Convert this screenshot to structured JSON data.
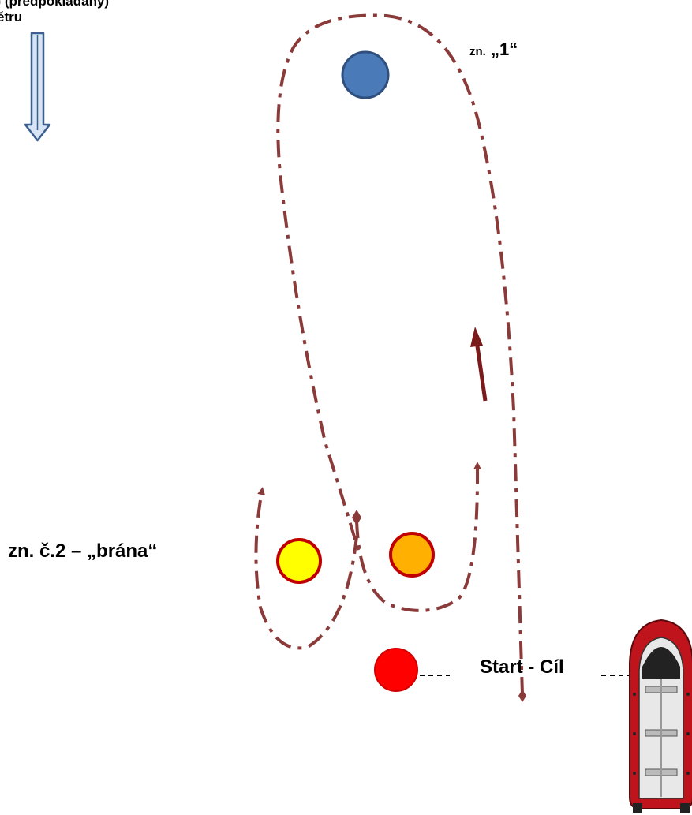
{
  "labels": {
    "wind_line1": "y) (předpokládaný)",
    "wind_line2": "ětru",
    "mark1_prefix": "zn.",
    "mark1_name": " „1“",
    "gate": "zn. č.2 – „brána“",
    "start_finish": "Start - Cíl"
  },
  "colors": {
    "course_line": "#8b3a3a",
    "arrow": "#7a1a1a",
    "mark1": "#4a7ab8",
    "mark1_stroke": "#2f4f7f",
    "gate_left": "#ffff00",
    "gate_right": "#ffb000",
    "gate_stroke": "#c00000",
    "start_mark": "#ff0000",
    "wind_arrow_fill": "#d6e4f5",
    "wind_arrow_stroke": "#3b5f8f"
  },
  "icons": {
    "wind": "down-arrow-icon",
    "boat": "inflatable-boat-icon"
  }
}
